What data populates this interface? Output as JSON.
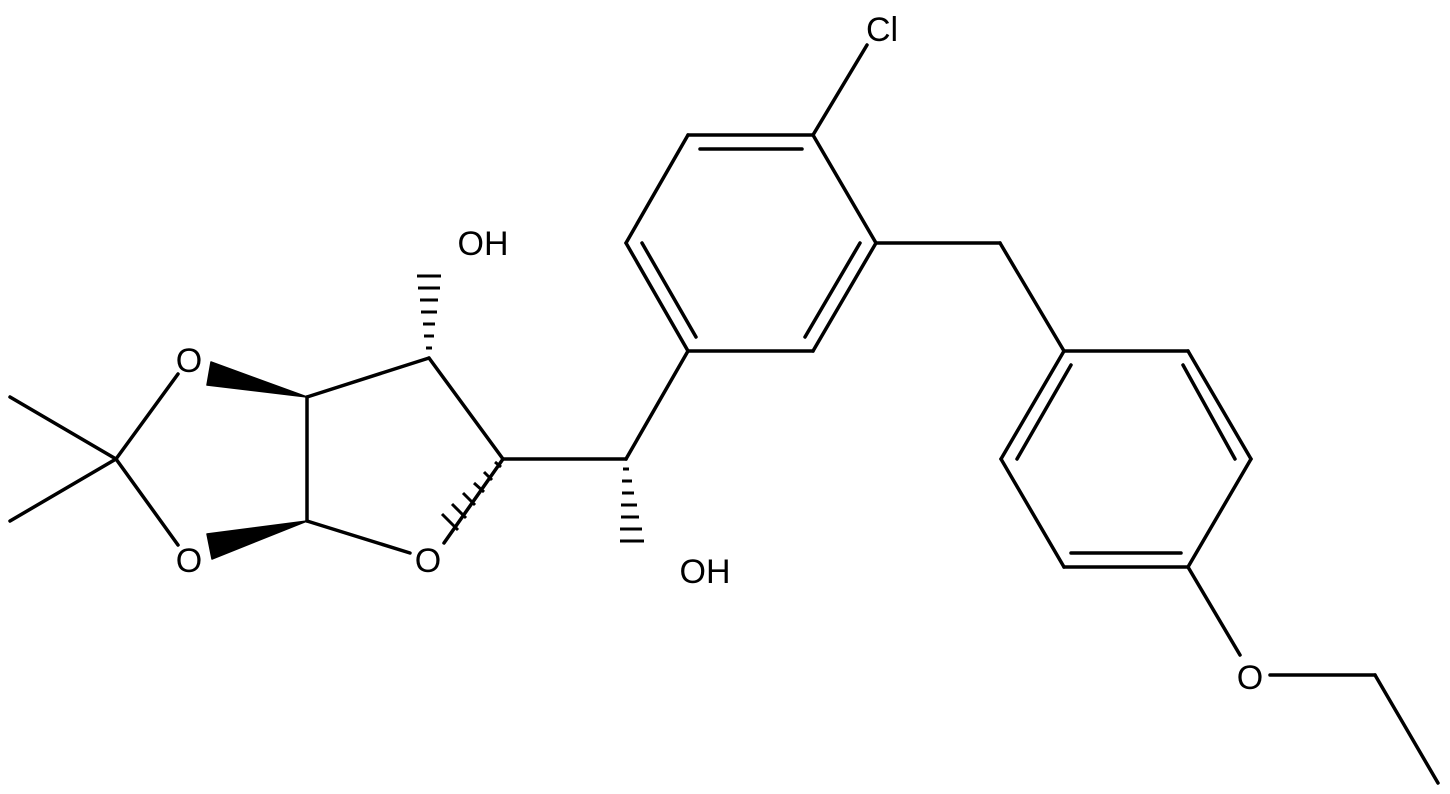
{
  "atoms": {
    "cl": "Cl",
    "oh_top": "OH",
    "oh_bottom": "OH",
    "o_dioxolane_top": "O",
    "o_dioxolane_bottom": "O",
    "o_furanose": "O",
    "o_ether": "O"
  }
}
